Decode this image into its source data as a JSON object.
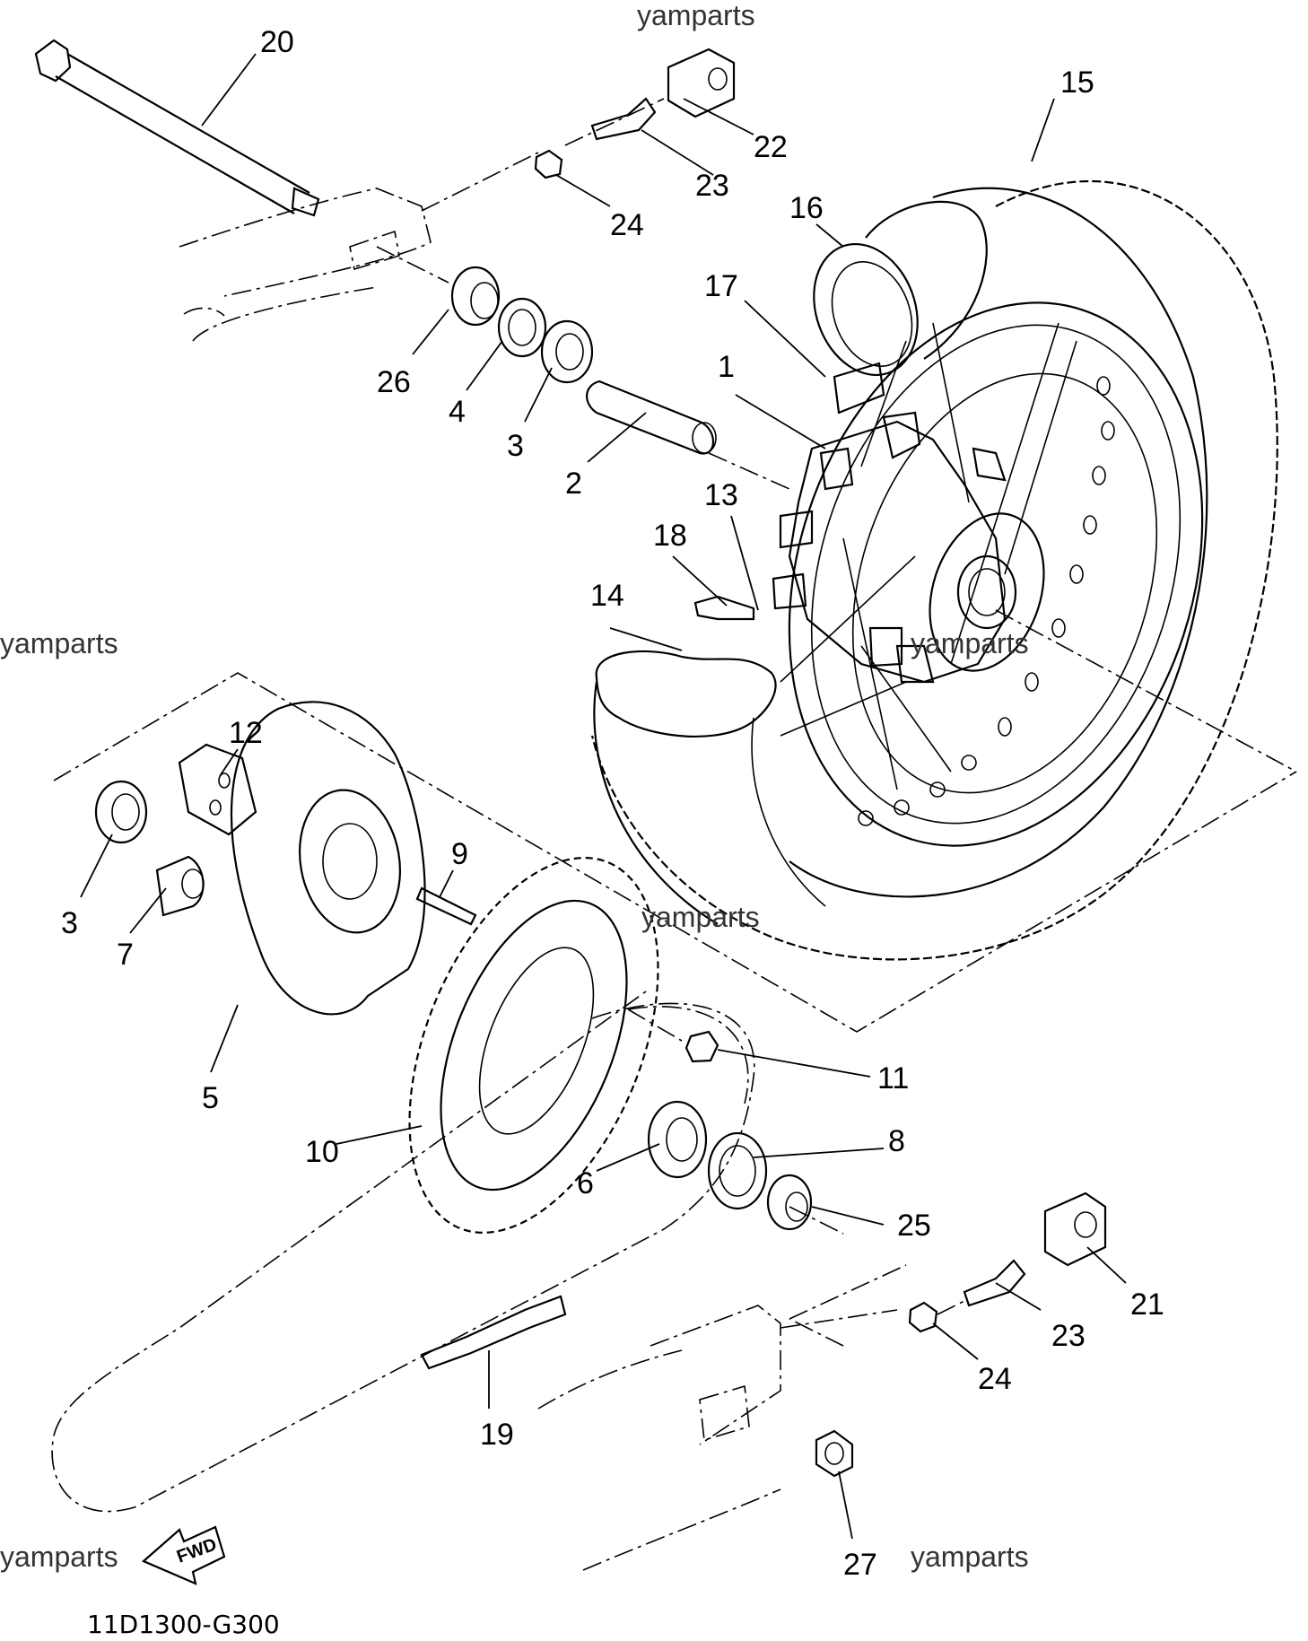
{
  "diagram": {
    "watermark_text": "yamparts",
    "drawing_code": "11D1300-G300",
    "fwd_label": "FWD",
    "callouts": [
      "20",
      "22",
      "23",
      "24",
      "15",
      "16",
      "26",
      "4",
      "3",
      "17",
      "1",
      "2",
      "13",
      "18",
      "14",
      "12",
      "9",
      "3",
      "7",
      "5",
      "11",
      "10",
      "8",
      "6",
      "25",
      "21",
      "23",
      "24",
      "19",
      "27"
    ]
  }
}
